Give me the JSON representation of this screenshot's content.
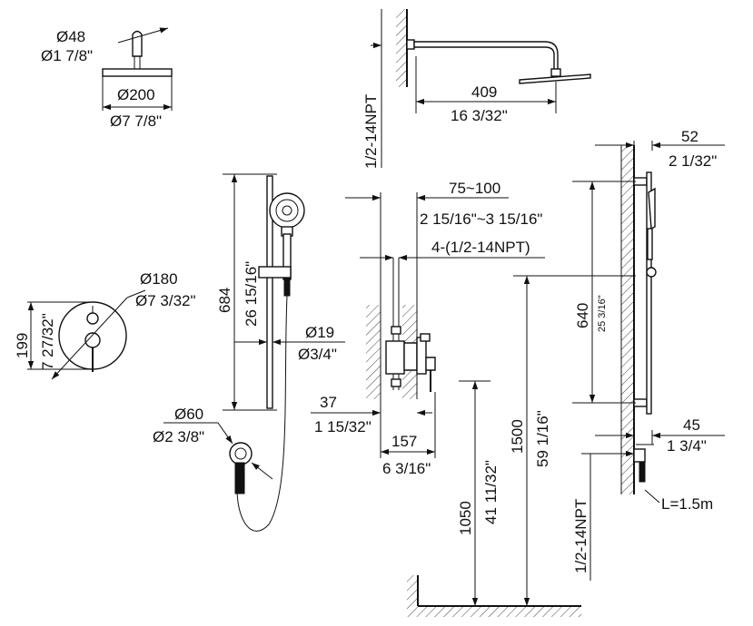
{
  "dimensions": {
    "head_inlet_mm": "Ø48",
    "head_inlet_in": "Ø1 7/8\"",
    "head_dia_mm": "Ø200",
    "head_dia_in": "Ø7 7/8\"",
    "arm_thread": "1/2-14NPT",
    "arm_length_mm": "409",
    "arm_length_in": "16 3/32\"",
    "wall_offset_mm": "52",
    "wall_offset_in": "2 1/32\"",
    "valve_depth_mm": "75~100",
    "valve_depth_in": "2 15/16\"~3 15/16\"",
    "valve_ports": "4-(1/2-14NPT)",
    "bar_length_mm": "684",
    "bar_length_in": "26 15/16\"",
    "trim_dia_mm": "Ø180",
    "trim_dia_in": "Ø7 3/32\"",
    "trim_height_mm": "199",
    "trim_height_in": "7 27/32\"",
    "bar_dia_mm": "Ø19",
    "bar_dia_in": "Ø3/4\"",
    "valve_protrusion_mm": "37",
    "valve_protrusion_in": "1 15/32\"",
    "elbow_dia_mm": "Ø60",
    "elbow_dia_in": "Ø2 3/8\"",
    "valve_width_mm": "157",
    "valve_width_in": "6 3/16\"",
    "bar_span_mm": "640",
    "bar_span_in": "25 3/16\"",
    "valve_height_mm": "1050",
    "valve_height_in": "41 11/32\"",
    "head_height_mm": "1500",
    "head_height_in": "59 1/16\"",
    "elbow_offset_mm": "45",
    "elbow_offset_in": "1 3/4\"",
    "elbow_thread": "1/2-14NPT",
    "hose_length": "L=1.5m"
  }
}
